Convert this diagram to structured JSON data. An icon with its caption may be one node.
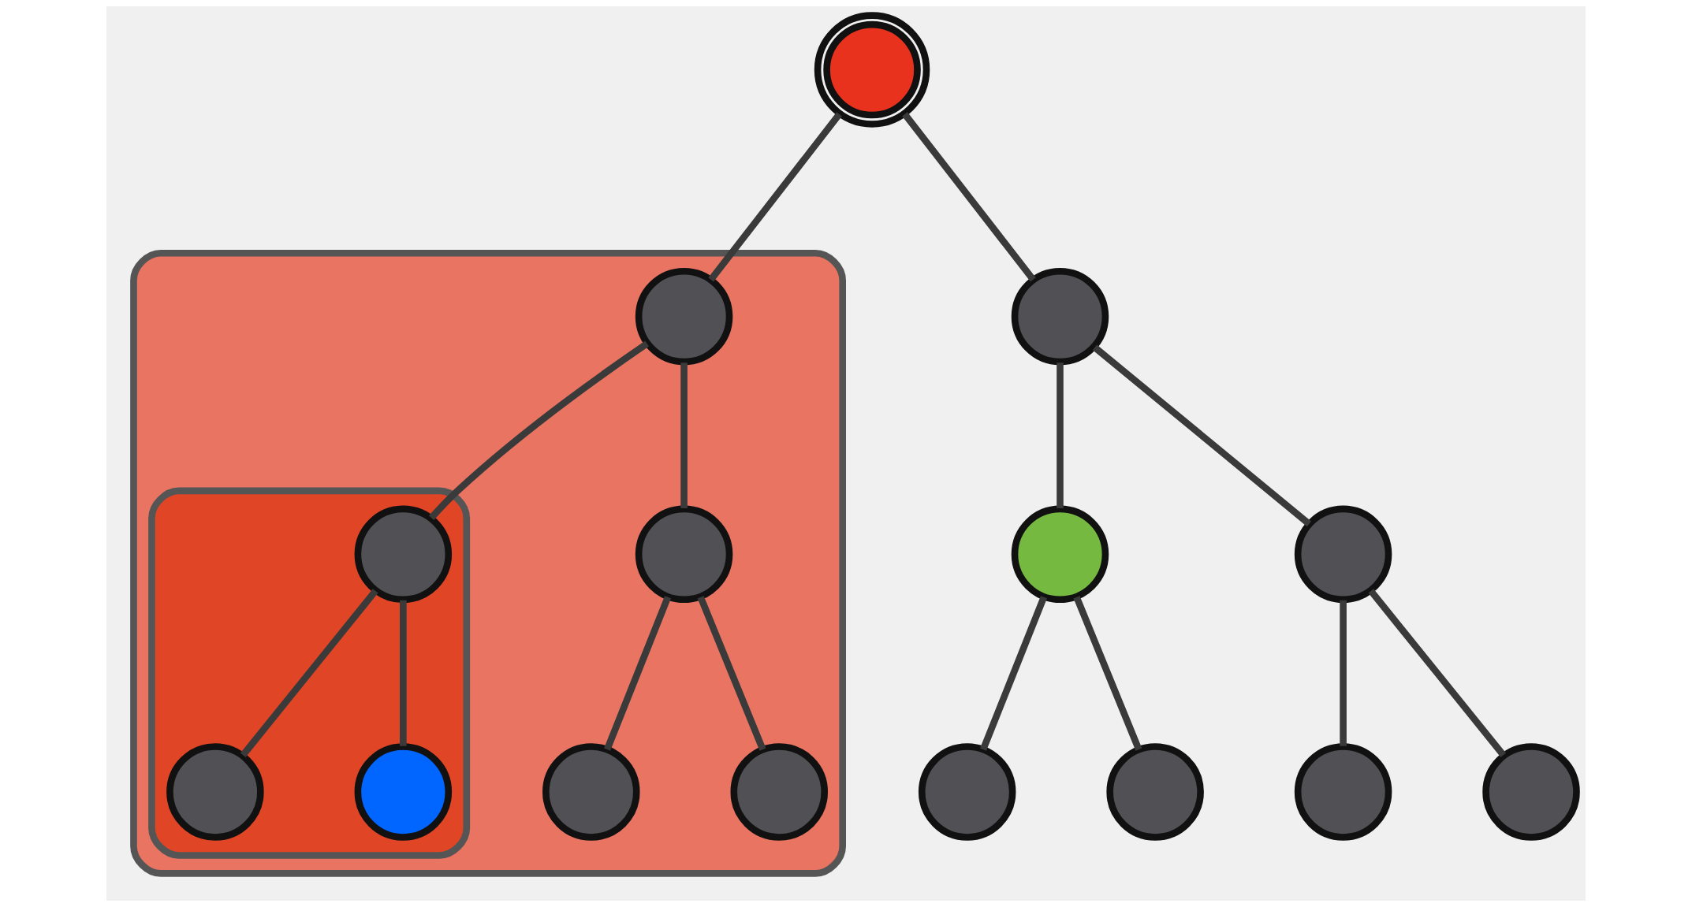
{
  "diagram": {
    "nodes": [
      {
        "text": [],
        "shape": "circle"
      },
      {
        "text": [],
        "shape": "circle"
      },
      {
        "text": [],
        "shape": "triangle"
      },
      {
        "text": [],
        "shape": "circle",
        "in": 2
      },
      {
        "text": [],
        "shape": "circle"
      },
      {
        "text": [],
        "shape": "circle"
      },
      {
        "text": [],
        "shape": "triangle",
        "in": 2
      },
      {
        "text": [],
        "shape": "circle",
        "in": 6
      },
      {
        "text": [],
        "shape": "circle",
        "in": 2
      },
      {
        "text": [],
        "shape": "circle"
      },
      {
        "text": [],
        "shape": "circle"
      },
      {
        "text": [],
        "shape": "circle"
      },
      {
        "text": [],
        "shape": "circle"
      },
      {
        "text": [],
        "shape": "circle",
        "in": 6
      },
      {
        "text": [],
        "shape": "circle",
        "in": 6
      },
      {
        "text": [],
        "shape": "circle",
        "in": 2
      },
      {
        "text": [],
        "shape": "circle",
        "in": 2
      }
    ],
    "edges": [
      {
        "from": 0,
        "to": 1,
        "arrow": "none"
      },
      {
        "from": 0,
        "to": 3,
        "arrow": "none"
      },
      {
        "from": 1,
        "to": 4,
        "arrow": "none"
      },
      {
        "from": 1,
        "to": 5,
        "arrow": "none"
      },
      {
        "from": 3,
        "to": 7,
        "arrow": "none"
      },
      {
        "from": 3,
        "to": 8,
        "arrow": "none"
      },
      {
        "from": 4,
        "to": 9,
        "arrow": "none"
      },
      {
        "from": 4,
        "to": 10,
        "arrow": "none"
      },
      {
        "from": 5,
        "to": 11,
        "arrow": "none"
      },
      {
        "from": 5,
        "to": 12,
        "arrow": "none"
      },
      {
        "from": 7,
        "to": 13,
        "arrow": "none"
      },
      {
        "from": 7,
        "to": 14,
        "arrow": "none"
      },
      {
        "from": 8,
        "to": 15,
        "arrow": "none"
      },
      {
        "from": 8,
        "to": 16,
        "arrow": "none"
      }
    ]
  }
}
